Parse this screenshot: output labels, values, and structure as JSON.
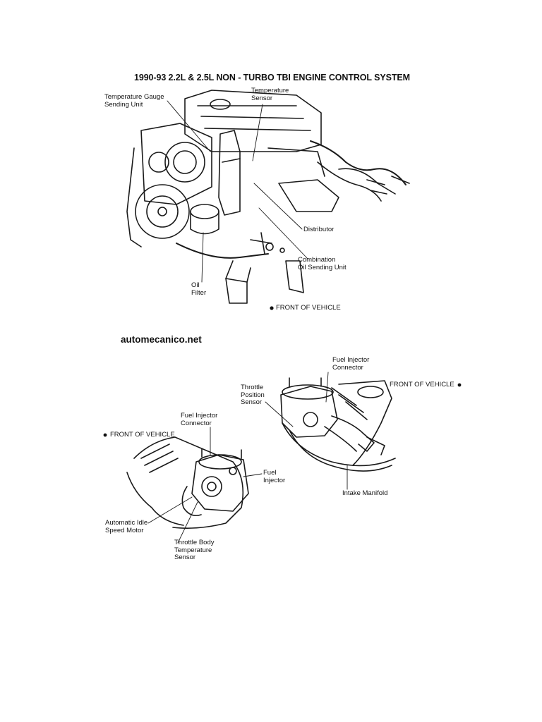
{
  "page": {
    "title": "1990-93 2.2L & 2.5L NON - TURBO TBI ENGINE CONTROL SYSTEM",
    "site": "automecanico.net"
  },
  "top_diagram": {
    "labels": {
      "temp_gauge": [
        "Temperature Gauge",
        "Sending Unit"
      ],
      "temp_sensor": [
        "Temperature",
        "Sensor"
      ],
      "distributor": [
        "Distributor"
      ],
      "oil_sending": [
        "Combination",
        "Oil Sending Unit"
      ],
      "oil_filter": [
        "Oil",
        "Filter"
      ],
      "front_of_vehicle": "FRONT OF VEHICLE"
    }
  },
  "bottom_left_diagram": {
    "labels": {
      "front_of_vehicle": "FRONT OF VEHICLE",
      "fuel_injector_connector": [
        "Fuel Injector",
        "Connector"
      ],
      "fuel_injector": [
        "Fuel",
        "Injector"
      ],
      "idle_motor": [
        "Automatic Idle",
        "Speed Motor"
      ],
      "throttle_body_temp": [
        "Throttle Body",
        "Temperature",
        "Sensor"
      ]
    }
  },
  "bottom_right_diagram": {
    "labels": {
      "fuel_injector_connector": [
        "Fuel Injector",
        "Connector"
      ],
      "front_of_vehicle": "FRONT OF VEHICLE",
      "throttle_position": [
        "Throttle",
        "Position",
        "Sensor"
      ],
      "intake_manifold": [
        "Intake Manifold"
      ]
    }
  }
}
